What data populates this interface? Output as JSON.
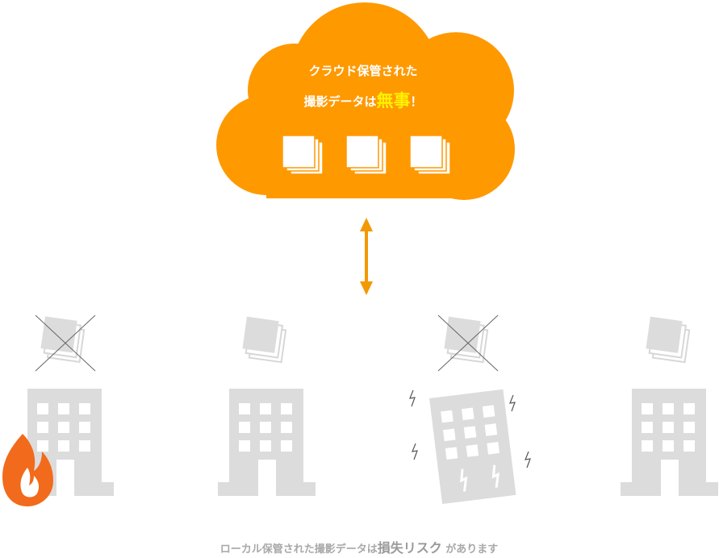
{
  "cloud": {
    "line1": "クラウド保管された",
    "line2_prefix": "撮影データは",
    "line2_highlight": "無事",
    "line2_suffix": "！",
    "fill_color": "#ff9900",
    "highlight_color": "#fff200"
  },
  "buildings": [
    {
      "state": "fire",
      "data_lost": true
    },
    {
      "state": "normal",
      "data_lost": false
    },
    {
      "state": "earthquake",
      "data_lost": true
    },
    {
      "state": "normal",
      "data_lost": false
    }
  ],
  "caption": {
    "prefix": "ローカル保管された撮影データは",
    "emphasis": "損失リスク",
    "suffix": "があります"
  },
  "colors": {
    "building": "#dcdcdc",
    "cross": "#666666",
    "arrow": "#f39800",
    "flame_outer": "#f26a1b",
    "flame_inner": "#ffffff"
  }
}
